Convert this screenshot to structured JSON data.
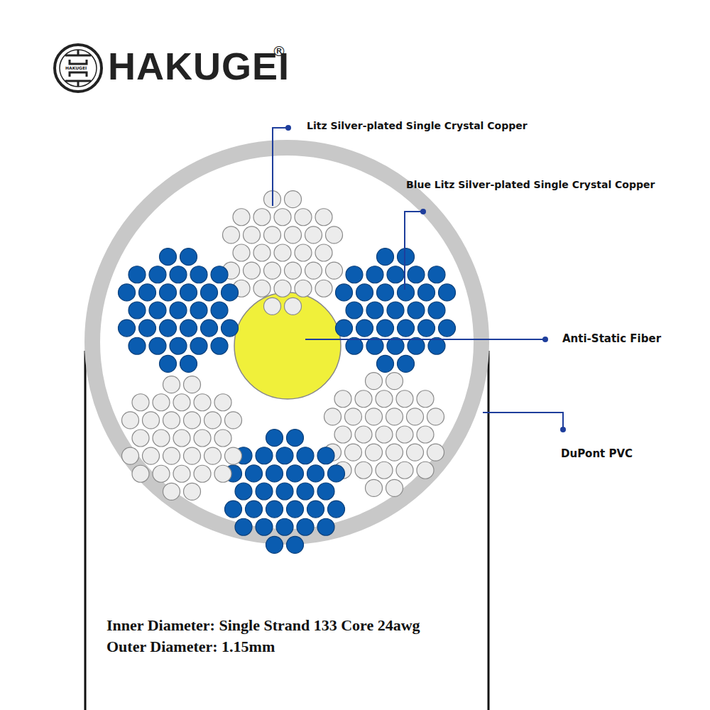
{
  "diagram": {
    "title": "HAKUGEI",
    "labels": [
      "HAKUGEI",
      "®",
      "Litz Silver-plated Single Crystal Copper",
      "Blue Litz Silver-plated Single Crystal Copper",
      "Anti-Static Fiber",
      "DuPont PVC",
      "Inner Diameter: Single Strand 133 Core 24awg",
      "Outer Diameter: 1.15mm"
    ]
  }
}
